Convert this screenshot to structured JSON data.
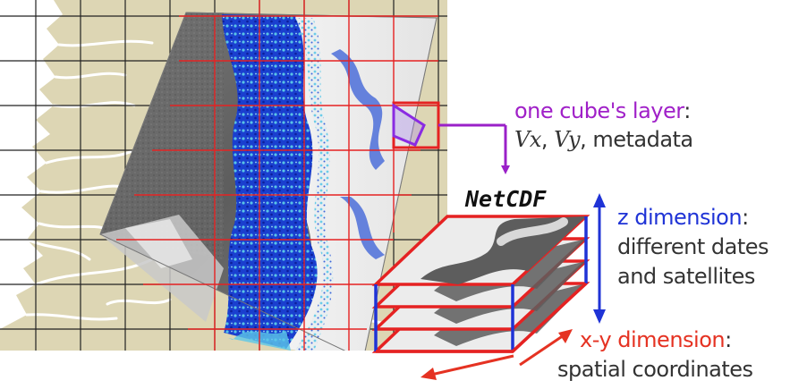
{
  "map": {
    "land_color": "#ddd6b4",
    "sea_color": "#ffffff",
    "grid_color_black": "#222222",
    "grid_color_red": "#e52222",
    "scene_colors": [
      "#5a5a5a",
      "#9a9a9a",
      "#1540d0",
      "#5cc8e8",
      "#eaeaea"
    ]
  },
  "highlight": {
    "box_color": "#e52222",
    "tile_color": "#8a2be2"
  },
  "labels": {
    "layer_title": "one cube's layer",
    "layer_colon": ":",
    "vx": "Vx",
    "comma1": ", ",
    "vy": "Vy",
    "layer_rest": ", metadata",
    "netcdf": "NetCDF",
    "z_title": "z dimension",
    "z_colon": ":",
    "z_line2": "different dates",
    "z_line3": "and satellites",
    "xy_title": "x-y dimension",
    "xy_colon": ":",
    "xy_line2": "spatial coordinates"
  },
  "colors": {
    "purple": "#a020c8",
    "blue": "#1f33d6",
    "red": "#e53222",
    "text_gray": "#333333"
  }
}
